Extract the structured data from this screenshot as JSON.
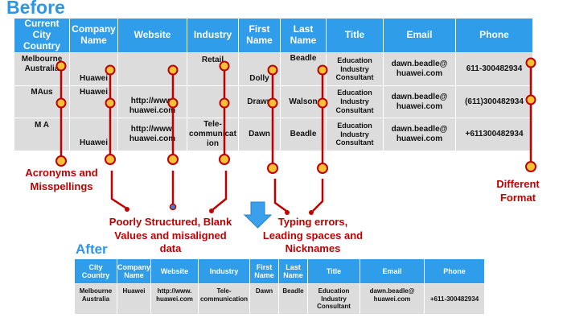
{
  "titles": {
    "before": "Before",
    "after": "After"
  },
  "before_table": {
    "headers": [
      "Current City Country",
      "Company Name",
      "Website",
      "Industry",
      "First Name",
      "Last Name",
      "Title",
      "Email",
      "Phone"
    ],
    "rows": [
      [
        "Melbourne Australia",
        "Huawei",
        "",
        "Retail",
        "Dolly",
        "Beadle",
        "Education Industry Consultant",
        "dawn.beadle@ huawei.com",
        "611-300482934"
      ],
      [
        "MAus",
        "Huawei",
        "http://www. huawei.com",
        "",
        "Drawn",
        "Walson",
        "Education Industry Consultant",
        "dawn.beadle@ huawei.com",
        "(611)300482934"
      ],
      [
        "M A",
        "Huawei",
        "http://www. huawei.com",
        "Tele- communicat ion",
        "Dawn",
        "Beadle",
        "Education Industry Consultant",
        "dawn.beadle@ huawei.com",
        "+611300482934"
      ]
    ]
  },
  "after_table": {
    "headers": [
      "City Country",
      "Company Name",
      "Website",
      "Industry",
      "First Name",
      "Last Name",
      "Title",
      "Email",
      "Phone"
    ],
    "rows": [
      [
        "Melbourne Australia",
        "Huawei",
        "http://www. huawei.com",
        "Tele- communication",
        "Dawn",
        "Beadle",
        "Education Industry Consultant",
        "dawn.beadle@ huawei.com",
        "+611-300482934"
      ]
    ]
  },
  "annotations": {
    "acronyms": "Acronyms and Misspellings",
    "poorly_structured": "Poorly Structured, Blank Values and misaligned data",
    "typing_errors": "Typing errors, Leading spaces and Nicknames",
    "different_format": "Different Format"
  },
  "colors": {
    "header_blue": "#2f9de9",
    "cell_gray": "#dcdcdc",
    "annotation_red": "#c00000",
    "marker_yellow": "#f6c136",
    "arrow_blue": "#3aa0ec"
  }
}
